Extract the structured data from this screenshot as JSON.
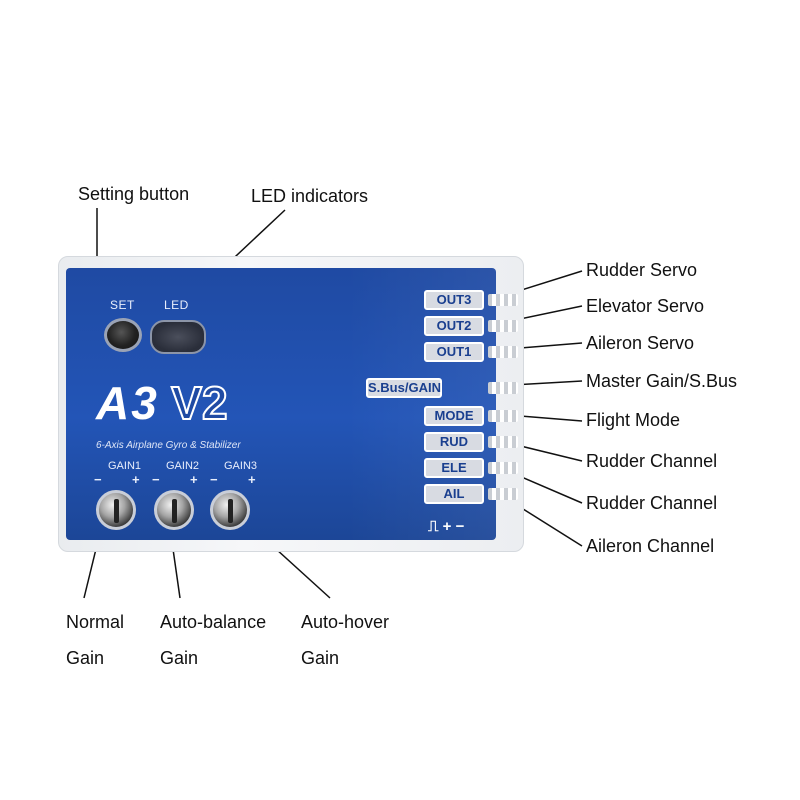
{
  "device": {
    "set_text": "SET",
    "led_text": "LED",
    "logo_main": "A3",
    "logo_version": "V2",
    "subtitle": "6-Axis Airplane Gyro & Stabilizer",
    "gains": [
      {
        "label": "GAIN1",
        "minus": "−",
        "plus": "+"
      },
      {
        "label": "GAIN2",
        "minus": "−",
        "plus": "+"
      },
      {
        "label": "GAIN3",
        "minus": "−",
        "plus": "+"
      }
    ],
    "ports": [
      "OUT3",
      "OUT2",
      "OUT1",
      "S.Bus/GAIN",
      "MODE",
      "RUD",
      "ELE",
      "AIL"
    ],
    "polarity": "⎍ + −",
    "colors": {
      "panel": "#2355b7",
      "port_bg": "#d8dbe2",
      "port_text": "#1a3f8f"
    }
  },
  "callouts": {
    "setting_button": "Setting  button",
    "led_indicators": "LED indicators",
    "right": [
      "Rudder Servo",
      "Elevator Servo",
      "Aileron Servo",
      "Master Gain/S.Bus",
      "Flight Mode",
      "Rudder Channel",
      "Rudder Channel",
      "Aileron Channel"
    ],
    "bottom": [
      {
        "line1": "Normal",
        "line2": "Gain"
      },
      {
        "line1": "Auto-balance",
        "line2": "Gain"
      },
      {
        "line1": "Auto-hover",
        "line2": "Gain"
      }
    ]
  }
}
